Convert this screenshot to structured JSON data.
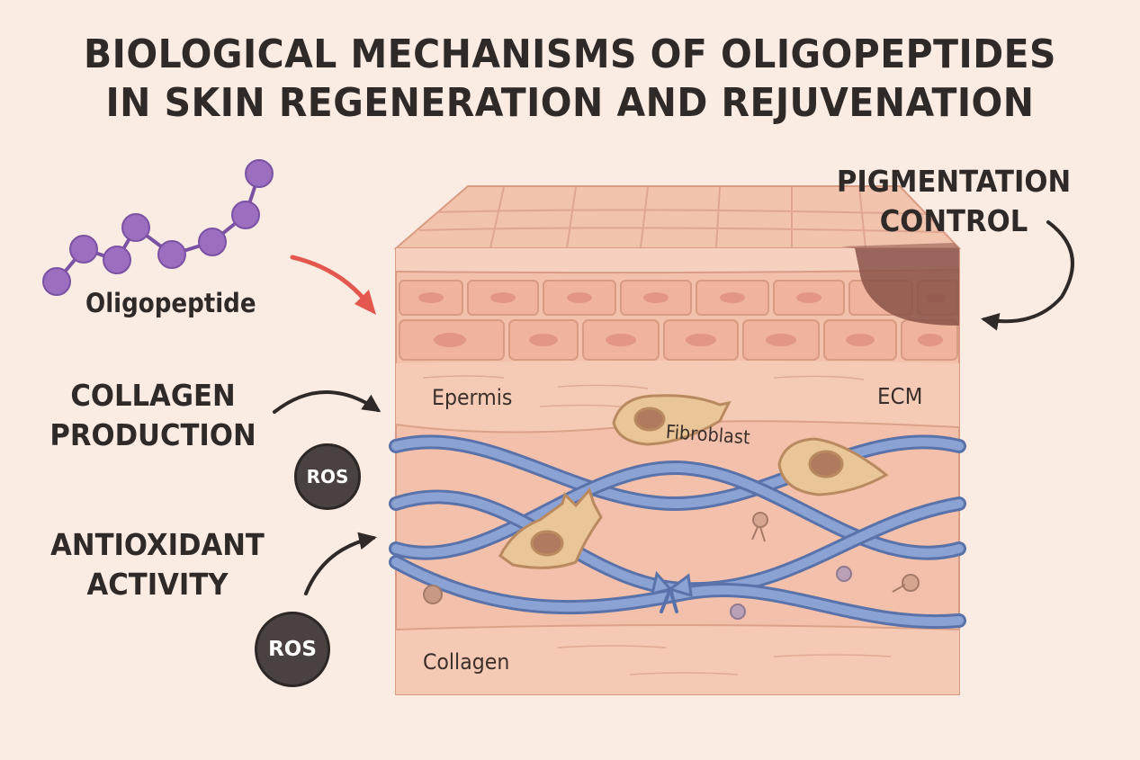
{
  "title": {
    "line1": "BIOLOGICAL MECHANISMS OF OLIGOPEPTIDES",
    "line2": "IN SKIN REGENERATION AND REJUVENATION"
  },
  "molecule": {
    "label": "Oligopeptide",
    "bead_color": "#9b6ec0"
  },
  "mechanisms": {
    "collagen_production": [
      "COLLAGEN",
      "PRODUCTION"
    ],
    "antioxidant_activity": [
      "ANTIOXIDANT",
      "ACTIVITY"
    ],
    "pigmentation_control": [
      "PIGMENTATION",
      "CONTROL"
    ]
  },
  "ros_badges": [
    "ROS",
    "ROS"
  ],
  "skin_labels": {
    "epidermis": "Epermis",
    "ecm": "ECM",
    "fibroblast": "Fibroblast",
    "collagen": "Collagen"
  },
  "colors": {
    "background": "#fbece3",
    "skin_top": "#f2c3ad",
    "skin_body": "#f3c1ab",
    "collagen_fiber": "#7f98cc",
    "fibroblast": "#e9c597",
    "red_arrow": "#e3574e",
    "ros_badge": "#4a4240",
    "pigment_spot": "#8a5248"
  }
}
